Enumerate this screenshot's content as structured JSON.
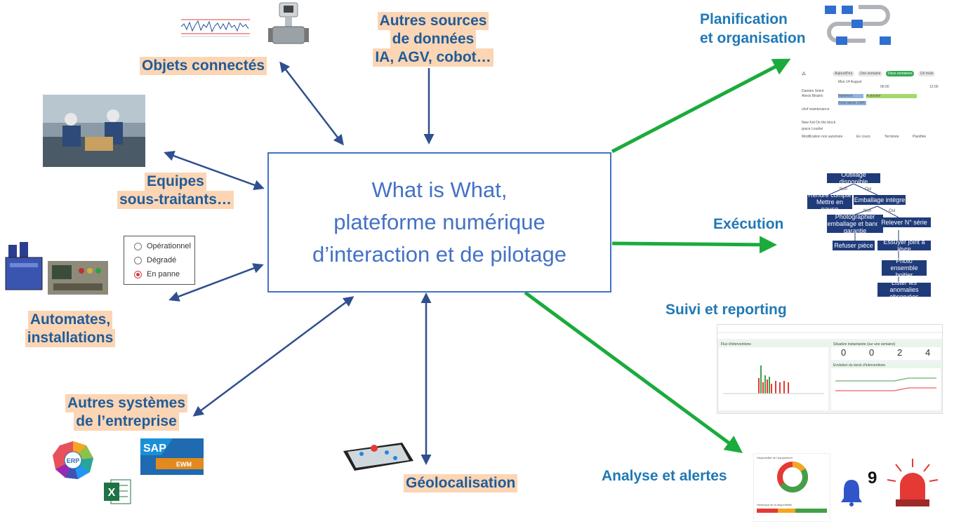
{
  "center": {
    "line1": "What is What,",
    "line2": "plateforme numérique",
    "line3": "d’interaction et de pilotage"
  },
  "labels": {
    "objets": "Objets connectés",
    "autres_sources_1": "Autres sources",
    "autres_sources_2": "de données",
    "autres_sources_3": "IA, AGV, cobot…",
    "equipes_1": "Equipes",
    "equipes_2": "sous-traitants…",
    "automates_1": "Automates,",
    "automates_2": "installations",
    "autres_systemes_1": "Autres systèmes",
    "autres_systemes_2": "de l’entreprise",
    "geoloc": "Géolocalisation",
    "planif_1": "Planification",
    "planif_2": "et organisation",
    "execution": "Exécution",
    "suivi": "Suivi et reporting",
    "analyse": "Analyse et alertes"
  },
  "radio_options": [
    {
      "label": "Opérationnel",
      "selected": false
    },
    {
      "label": "Dégradé",
      "selected": false
    },
    {
      "label": "En panne",
      "selected": true
    }
  ],
  "flow": {
    "b1": "Outillage disponible",
    "non1": "Non",
    "oui1": "Oui",
    "b2": "Rendre compte Mettre en pause",
    "b3": "Emballage intègre",
    "non2": "Non",
    "oui2": "Oui",
    "b4": "Photographier emballage et bande garantie",
    "b5": "Relever N° série",
    "b6": "Refuser pièce",
    "b7": "Essuyer joint à lèvre",
    "b8": "Photo ensemble boitier",
    "b9": "Lister les anomalies observées"
  },
  "planning": {
    "tab_today": "Aujourd'hui",
    "tab_week": "Une semaine",
    "tab_two_weeks": "Deux semaines",
    "tab_month": "Un mois",
    "date": "Mon 14 August",
    "t1": "06:00",
    "t2": "12:00",
    "r1": "Damien Smint",
    "r2": "Alexis Béatrix",
    "r3": "chef maintenance",
    "r4": "New Kid On the block",
    "r5": "grace Louéké",
    "ev1": "Relivrech",
    "ev2": "A stocker",
    "ev3": "Pose alexis 1306",
    "leg1": "Modification non autorisée",
    "leg2": "En cours",
    "leg3": "Terminée",
    "leg4": "Planifiée"
  },
  "reporting": {
    "panel1": "Flux d'interventions",
    "panel2": "Situation instantanée (sur une semaine)",
    "panel3": "Evolution du stock d'interventions",
    "k1": "0",
    "k2": "0",
    "k3": "2",
    "k4": "4"
  },
  "alert": {
    "count": "9"
  },
  "analyse_panel": {
    "title": "Disponibilité de l'équipement",
    "sub": "Historique de la disponibilité"
  },
  "logos": {
    "erp": "ERP",
    "sap": "SAP",
    "ewm": "EWM",
    "excel": "X"
  },
  "colors": {
    "blue_arrow": "#2f4f8f",
    "green_arrow": "#1aab3c",
    "center_border": "#4472c4",
    "label_bg": "#fcd5b4"
  }
}
